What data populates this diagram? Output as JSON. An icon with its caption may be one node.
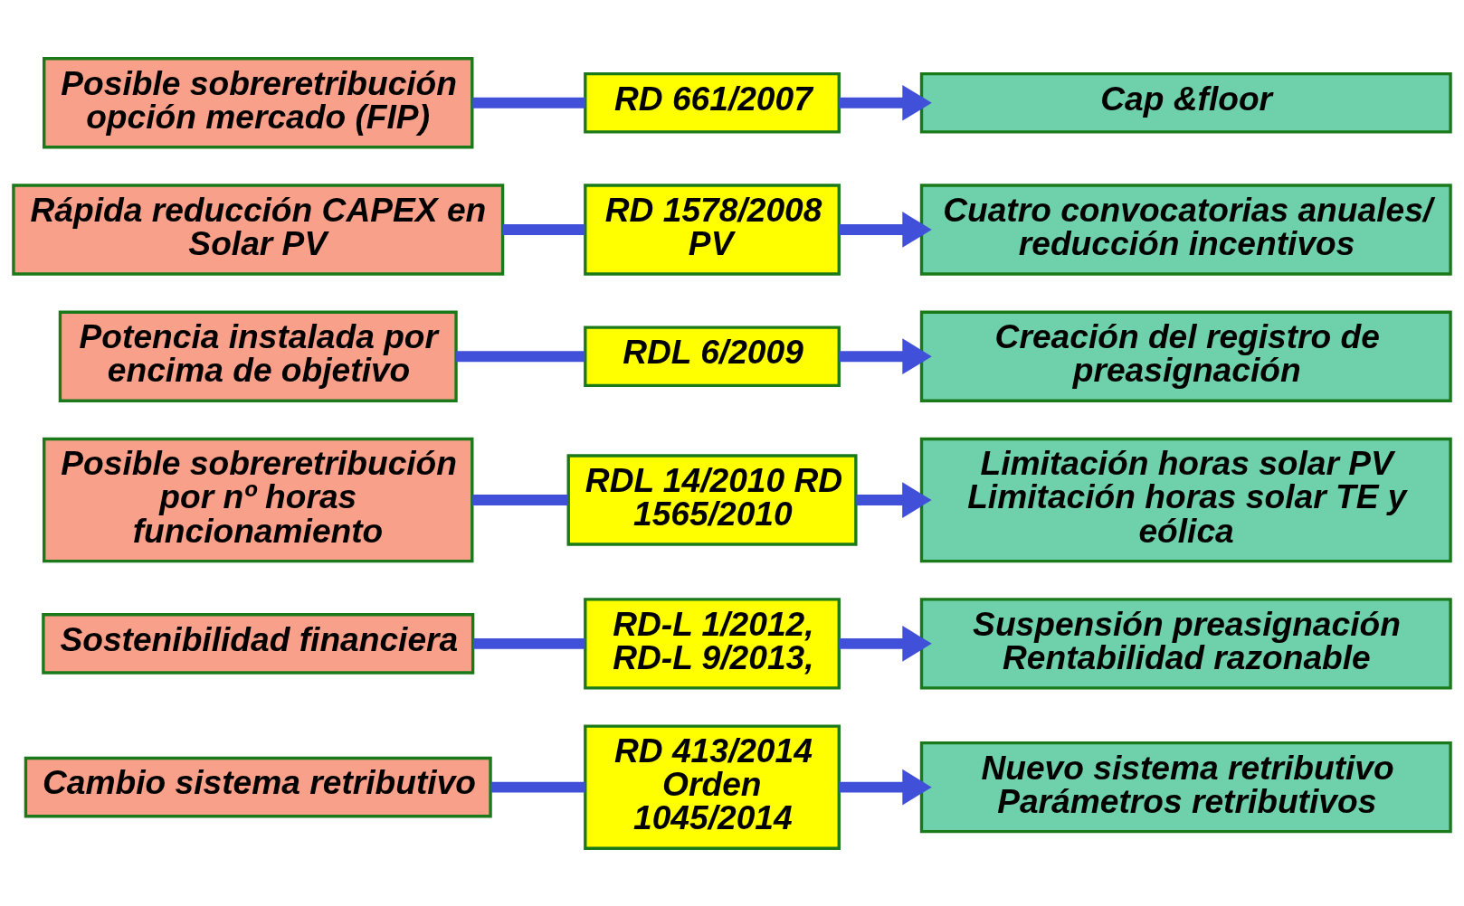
{
  "diagram": {
    "nodes": [
      {
        "text": [
          "Posible sobreretribución opción mercado (FIP)"
        ]
      },
      {
        "text": [
          "RD 661/2007"
        ]
      },
      {
        "text": [
          "Cap &floor"
        ]
      },
      {
        "text": [
          "Rápida reducción CAPEX en Solar PV"
        ]
      },
      {
        "text": [
          "RD 1578/2008 PV"
        ]
      },
      {
        "text": [
          "Cuatro convocatorias anuales/ reducción incentivos"
        ]
      },
      {
        "text": [
          "Potencia instalada por encima de objetivo"
        ]
      },
      {
        "text": [
          "RDL 6/2009"
        ]
      },
      {
        "text": [
          "Creación del registro de preasignación"
        ]
      },
      {
        "text": [
          "Posible sobreretribución por nº horas funcionamiento"
        ]
      },
      {
        "text": [
          "RDL 14/2010 RD 1565/2010"
        ]
      },
      {
        "text": [
          "Limitación horas solar PV Limitación horas solar TE y eólica"
        ]
      },
      {
        "text": [
          "Sostenibilidad financiera"
        ]
      },
      {
        "text": [
          "RD-L 1/2012, RD-L 9/2013,"
        ]
      },
      {
        "text": [
          "Suspensión preasignación Rentabilidad razonable"
        ]
      },
      {
        "text": [
          "Cambio sistema retributivo"
        ]
      },
      {
        "text": [
          "RD 413/2014 Orden 1045/2014"
        ]
      },
      {
        "text": [
          "Nuevo sistema retributivo Parámetros retributivos"
        ]
      }
    ],
    "edges": [
      {
        "from": 0,
        "to": 1,
        "arrow": "none"
      },
      {
        "from": 1,
        "to": 2,
        "arrow": "to"
      },
      {
        "from": 3,
        "to": 4,
        "arrow": "none"
      },
      {
        "from": 4,
        "to": 5,
        "arrow": "to"
      },
      {
        "from": 6,
        "to": 7,
        "arrow": "none"
      },
      {
        "from": 7,
        "to": 8,
        "arrow": "to"
      },
      {
        "from": 9,
        "to": 10,
        "arrow": "none"
      },
      {
        "from": 10,
        "to": 11,
        "arrow": "to"
      },
      {
        "from": 12,
        "to": 13,
        "arrow": "none"
      },
      {
        "from": 13,
        "to": 14,
        "arrow": "to"
      },
      {
        "from": 15,
        "to": 16,
        "arrow": "none"
      },
      {
        "from": 16,
        "to": 17,
        "arrow": "to"
      }
    ]
  }
}
